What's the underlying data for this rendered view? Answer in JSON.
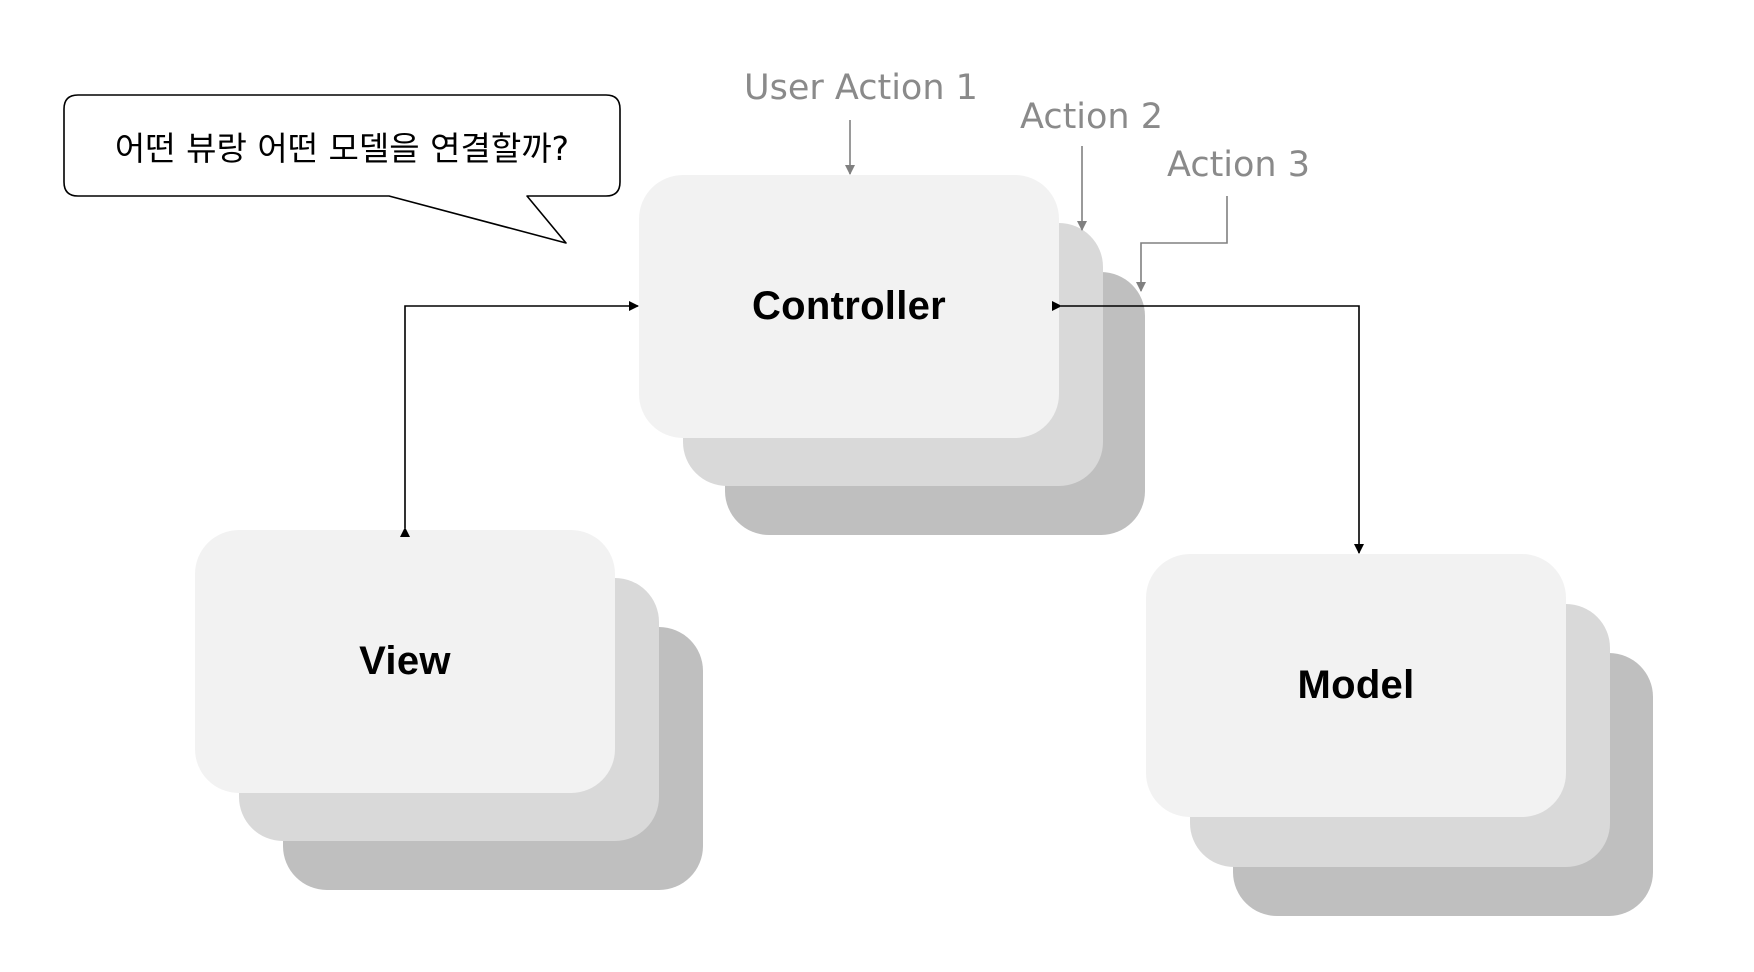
{
  "diagram": {
    "speech_bubble": {
      "text": "어떤 뷰랑 어떤 모델을 연결할까?"
    },
    "actions": [
      {
        "label": "User Action 1"
      },
      {
        "label": "Action 2"
      },
      {
        "label": "Action 3"
      }
    ],
    "nodes": {
      "controller": {
        "label": "Controller"
      },
      "view": {
        "label": "View"
      },
      "model": {
        "label": "Model"
      }
    },
    "colors": {
      "card_front": "#f2f2f2",
      "card_middle": "#d9d9d9",
      "card_back": "#bfbfbf",
      "connector": "#000000",
      "action_connector": "#808080",
      "action_text": "#8a8a8a"
    }
  }
}
